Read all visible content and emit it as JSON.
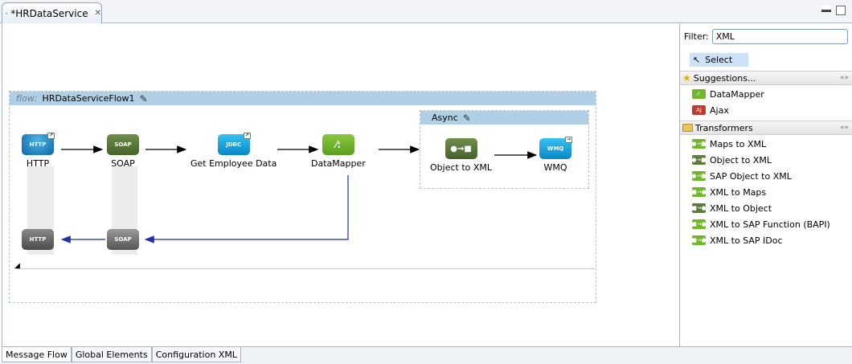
{
  "editor": {
    "tab_title": "*HRDataService",
    "close_symbol": "✕"
  },
  "flow": {
    "keyword": "flow:",
    "name": "HRDataServiceFlow1",
    "nodes": {
      "http": {
        "label": "HTTP",
        "icon_text": "HTTP"
      },
      "soap": {
        "label": "SOAP",
        "icon_text": "SOAP"
      },
      "jdbc": {
        "label": "Get Employee Data",
        "icon_text": "JDBC"
      },
      "datamapper": {
        "label": "DataMapper",
        "icon_text": "⁄:"
      },
      "http_response": {
        "icon_text": "HTTP"
      },
      "soap_response": {
        "icon_text": "SOAP"
      }
    },
    "async": {
      "title": "Async",
      "nodes": {
        "object_to_xml": {
          "label": "Object to XML"
        },
        "wmq": {
          "label": "WMQ",
          "icon_text": "WMQ"
        }
      }
    }
  },
  "bottom_tabs": [
    "Message Flow",
    "Global Elements",
    "Configuration XML"
  ],
  "palette": {
    "filter_label": "Filter:",
    "filter_value": "XML",
    "select_label": "Select",
    "suggestions": {
      "title": "Suggestions...",
      "items": [
        "DataMapper",
        "Ajax"
      ]
    },
    "transformers": {
      "title": "Transformers",
      "items": [
        "Maps to XML",
        "Object to XML",
        "SAP Object to XML",
        "XML to Maps",
        "XML to Object",
        "XML to SAP Function (BAPI)",
        "XML to SAP IDoc"
      ]
    }
  },
  "colors": {
    "flow_header": "#b0cfe4",
    "connector": "#000000",
    "response_connector": "#1f2fa8",
    "transformer_green": "#6fb82a"
  }
}
